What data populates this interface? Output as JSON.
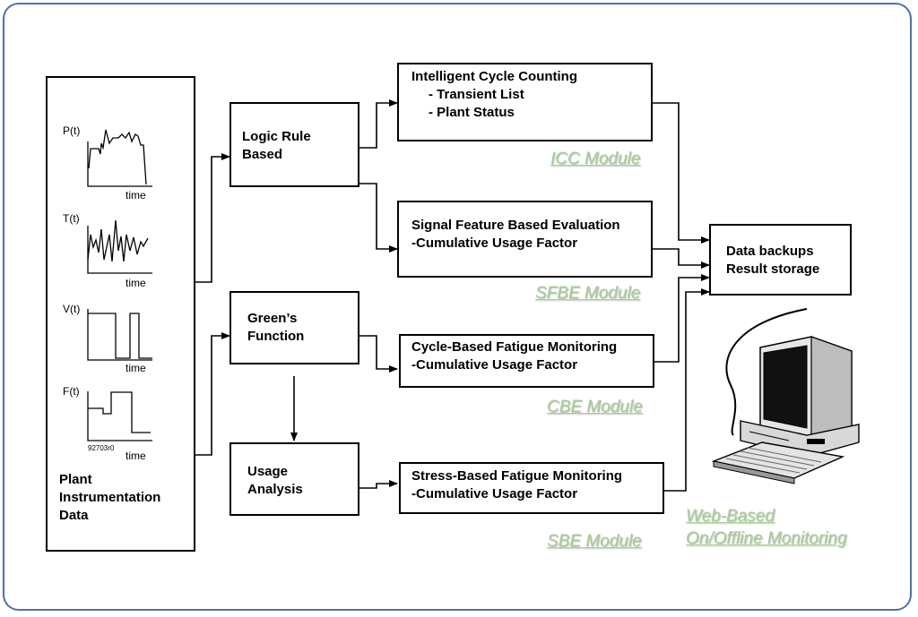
{
  "plant": {
    "l1": "Plant",
    "l2": "Instrumentation",
    "l3": "Data"
  },
  "signals": [
    {
      "label": "P(t)",
      "axis": "time"
    },
    {
      "label": "T(t)",
      "axis": "time"
    },
    {
      "label": "V(t)",
      "axis": "time"
    },
    {
      "label": "F(t)",
      "axis": "time",
      "note": "92703r0"
    }
  ],
  "logic": {
    "l1": "Logic Rule",
    "l2": "Based"
  },
  "greens": {
    "l1": "Green’s",
    "l2": "Function"
  },
  "usage": {
    "l1": "Usage",
    "l2": "Analysis"
  },
  "icc": {
    "l1": "Intelligent Cycle Counting",
    "l2": "- Transient List",
    "l3": "- Plant Status",
    "module": "ICC Module"
  },
  "sfbe": {
    "l1": "Signal Feature Based Evaluation",
    "l2": "-Cumulative Usage Factor",
    "module": "SFBE Module"
  },
  "cbe": {
    "l1": "Cycle-Based Fatigue Monitoring",
    "l2": "-Cumulative Usage Factor",
    "module": "CBE Module"
  },
  "sbe": {
    "l1": "Stress-Based Fatigue Monitoring",
    "l2": "-Cumulative Usage Factor",
    "module": "SBE Module"
  },
  "storage": {
    "l1": "Data backups",
    "l2": "Result storage"
  },
  "web": {
    "l1": "Web-Based",
    "l2": "On/Offline Monitoring"
  },
  "colors": {
    "module_text": "#a7cf96",
    "border": "#4f6fae"
  }
}
